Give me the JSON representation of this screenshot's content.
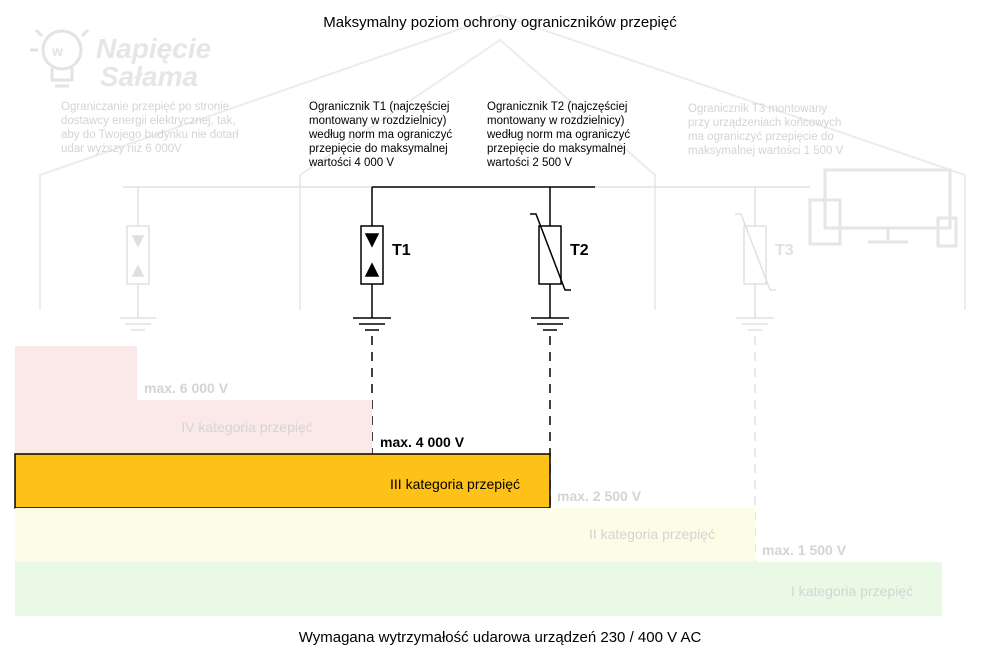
{
  "title": "Maksymalny poziom ochrony ograniczników przepięć",
  "footer": "Wymagana wytrzymałość udarowa urządzeń 230 / 400 V AC",
  "logo": {
    "line1": "Napięcie",
    "line2": "Sałama"
  },
  "descriptions": {
    "utility": [
      "Ograniczanie przepięć po stronie",
      "dostawcy energii elektrycznej, tak,",
      "aby do Twojego budynku nie dotarł",
      "udar wyższy niż 6 000V"
    ],
    "t1": [
      "Ogranicznik T1 (najczęściej",
      "montowany w rozdzielnicy)",
      "według norm ma ograniczyć",
      "przepięcie do maksymalnej",
      "wartości 4 000 V"
    ],
    "t2": [
      "Ogranicznik T2 (najczęściej",
      "montowany w rozdzielnicy)",
      "według norm ma ograniczyć",
      "przepięcie do maksymalnej",
      "wartości 2 500 V"
    ],
    "t3": [
      "Ogranicznik T3 montowany",
      "przy urządzeniach końcowych",
      "ma ograniczyć przepięcie do",
      "maksymalnej wartości 1 500 V"
    ]
  },
  "device_labels": {
    "t1": "T1",
    "t2": "T2",
    "t3": "T3"
  },
  "max_labels": {
    "v6000": "max. 6 000 V",
    "v4000": "max. 4 000 V",
    "v2500": "max. 2 500 V",
    "v1500": "max. 1 500 V"
  },
  "categories": {
    "cat4": "IV kategoria przepięć",
    "cat3": "III kategoria przepięć",
    "cat2": "II kategoria przepięć",
    "cat1": "I kategoria przepięć"
  },
  "colors": {
    "cat4": "#fbe9e9",
    "cat3": "#fdc117",
    "cat2": "#fdfce6",
    "cat1": "#e9f9e6",
    "faded_text": "#d4d4d4",
    "text": "#000000"
  }
}
